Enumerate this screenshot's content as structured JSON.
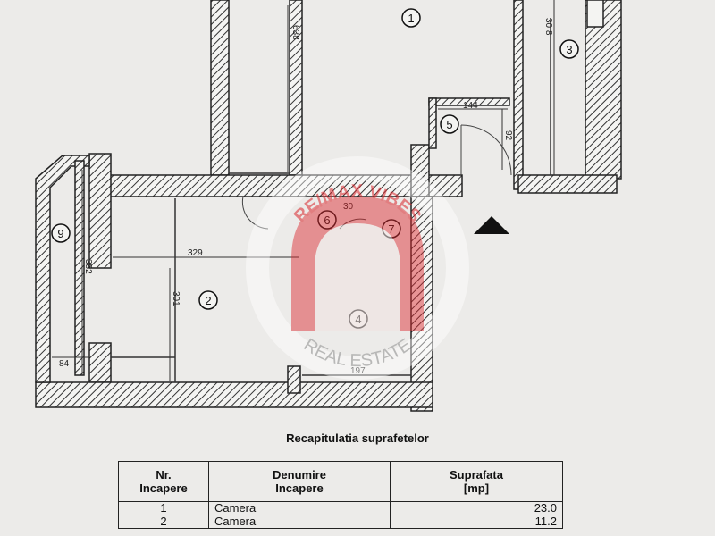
{
  "plan": {
    "room_markers": [
      "1",
      "2",
      "3",
      "5",
      "6",
      "7",
      "9"
    ],
    "room_4_label": "4",
    "dimensions": [
      "638",
      "30.8",
      "144",
      "92",
      "329",
      "301",
      "382",
      "84",
      "197",
      "30"
    ]
  },
  "watermark": {
    "brand_top": "RE/MAX VIBES",
    "brand_bottom": "REAL ESTATE",
    "color": "#d9262b"
  },
  "summary": {
    "caption": "Recapitulatia suprafetelor",
    "headers": {
      "col1_line1": "Nr.",
      "col1_line2": "Incapere",
      "col2_line1": "Denumire",
      "col2_line2": "Incapere",
      "col3_line1": "Suprafata",
      "col3_line2": "[mp]"
    },
    "rows": [
      {
        "nr": "1",
        "name": "Camera",
        "area": "23.0"
      },
      {
        "nr": "2",
        "name": "Camera",
        "area": "11.2"
      }
    ]
  }
}
